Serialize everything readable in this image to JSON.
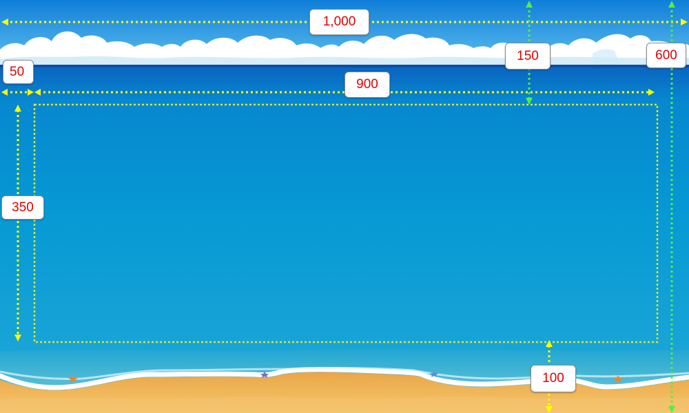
{
  "dimensions": {
    "total_width_label": "1,000",
    "total_height_label": "600",
    "sky_height_label": "150",
    "side_margin_label": "50",
    "content_width_label": "900",
    "content_height_label": "350",
    "beach_height_label": "100"
  },
  "colors": {
    "sky_top": "#0f7ed8",
    "sky_bottom": "#5fc0ee",
    "ocean_top": "#0a62bf",
    "ocean": "#0699d4",
    "sand": "#f2b85c",
    "foam": "#ffffff",
    "guide_yellow": "#ffff00",
    "guide_green": "#66ff33",
    "label_text": "#e00000"
  }
}
